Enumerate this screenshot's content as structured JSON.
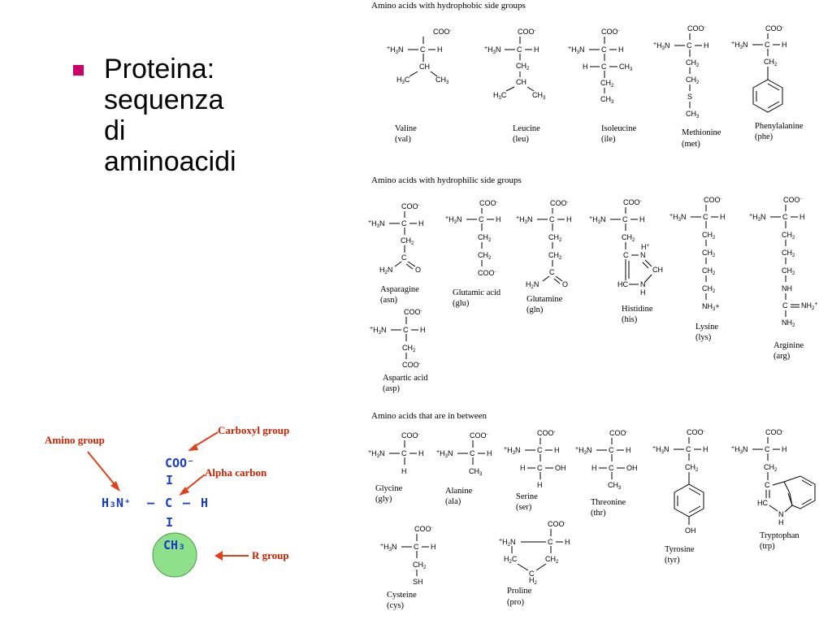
{
  "slide": {
    "bullet_lines": [
      "Proteina:",
      "sequenza",
      "di",
      "aminoacidi"
    ],
    "bullet_color": "#cc0066"
  },
  "sections": {
    "hydrophobic_title": "Amino acids with hydrophobic side groups",
    "hydrophilic_title": "Amino acids with hydrophilic side groups",
    "between_title": "Amino acids that are in between"
  },
  "amino_acids": {
    "valine": [
      "Valine",
      "(val)"
    ],
    "leucine": [
      "Leucine",
      "(leu)"
    ],
    "isoleucine": [
      "Isoleucine",
      "(ile)"
    ],
    "methionine": [
      "Methionine",
      "(met)"
    ],
    "phenylalanine": [
      "Phenylalanine",
      "(phe)"
    ],
    "asparagine": [
      "Asparagine",
      "(asn)"
    ],
    "glutamic_acid": [
      "Glutamic acid",
      "(glu)"
    ],
    "glutamine": [
      "Glutamine",
      "(gln)"
    ],
    "histidine": [
      "Histidine",
      "(his)"
    ],
    "lysine": [
      "Lysine",
      "(lys)"
    ],
    "arginine": [
      "Arginine",
      "(arg)"
    ],
    "aspartic_acid": [
      "Aspartic acid",
      "(asp)"
    ],
    "glycine": [
      "Glycine",
      "(gly)"
    ],
    "alanine": [
      "Alanine",
      "(ala)"
    ],
    "serine": [
      "Serine",
      "(ser)"
    ],
    "threonine": [
      "Threonine",
      "(thr)"
    ],
    "tyrosine": [
      "Tyrosine",
      "(tyr)"
    ],
    "tryptophan": [
      "Tryptophan",
      "(trp)"
    ],
    "cysteine": [
      "Cysteine",
      "(cys)"
    ],
    "proline": [
      "Proline",
      "(pro)"
    ]
  },
  "diagram": {
    "amino_group": "Amino group",
    "carboxyl_group": "Carboxyl group",
    "alpha_carbon": "Alpha carbon",
    "r_group": "R group",
    "coo": "COO⁻",
    "h3n": "H₃N⁺",
    "dash1": "–",
    "c": "C",
    "dash2": "–",
    "h": "H",
    "ch3": "CH₃",
    "bar_top": "I",
    "bar_bottom": "I",
    "r_circle_color": "#8ee08a",
    "label_color": "#cc2200",
    "core_color": "#1a3ccc"
  }
}
